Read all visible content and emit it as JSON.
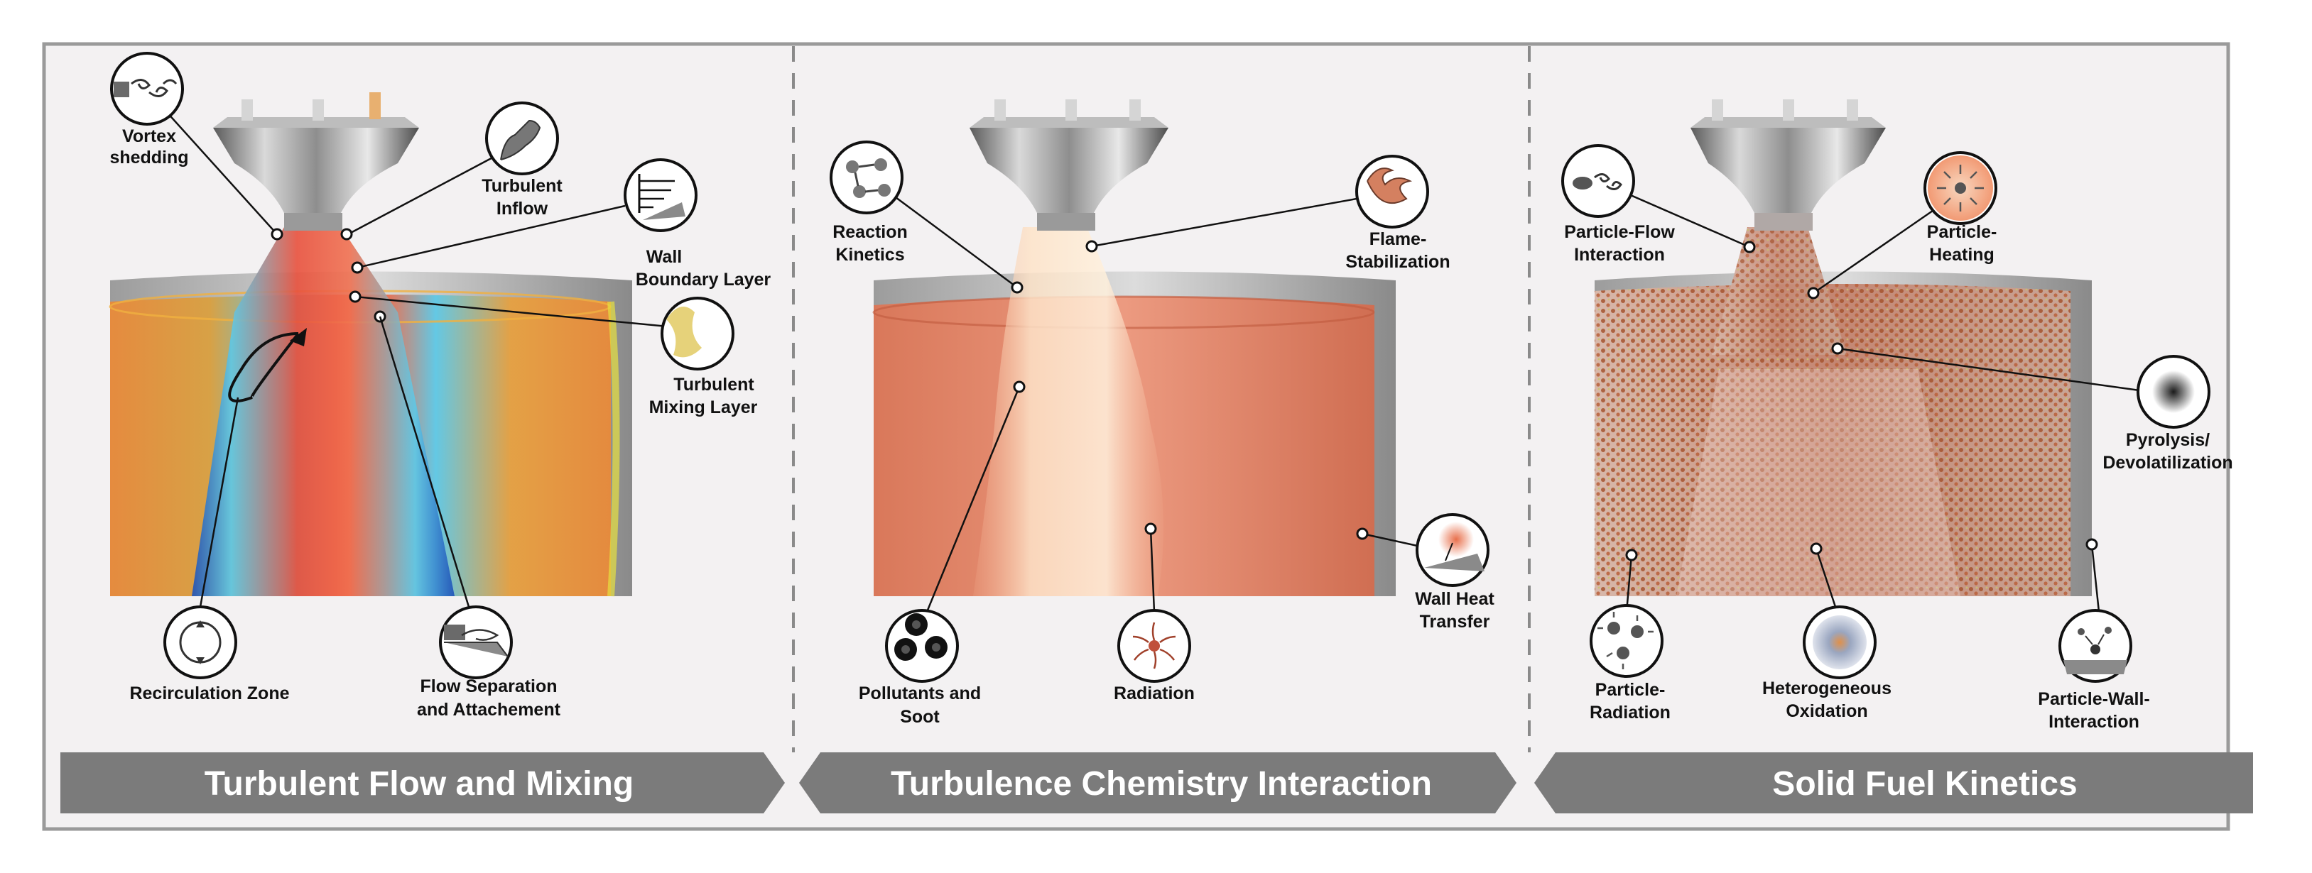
{
  "panels": [
    {
      "banner": "Turbulent Flow and Mixing",
      "labels": {
        "vortex": [
          "Vortex",
          "shedding"
        ],
        "inflow": [
          "Turbulent",
          "Inflow"
        ],
        "wall_bl": [
          "Wall",
          "Boundary Layer"
        ],
        "mixing": [
          "Turbulent",
          "Mixing Layer"
        ],
        "recirc": [
          "Recirculation Zone"
        ],
        "separation": [
          "Flow Separation",
          "and Attachement"
        ]
      }
    },
    {
      "banner": "Turbulence Chemistry Interaction",
      "labels": {
        "kinetics": [
          "Reaction",
          "Kinetics"
        ],
        "flame": [
          "Flame-",
          "Stabilization"
        ],
        "pollutants": [
          "Pollutants and",
          "Soot"
        ],
        "radiation": [
          "Radiation"
        ],
        "wallheat": [
          "Wall Heat",
          "Transfer"
        ]
      }
    },
    {
      "banner": "Solid Fuel Kinetics",
      "labels": {
        "pflow": [
          "Particle-Flow",
          "Interaction"
        ],
        "pheat": [
          "Particle-",
          "Heating"
        ],
        "pyro": [
          "Pyrolysis/",
          "Devolatilization"
        ],
        "prad": [
          "Particle-",
          "Radiation"
        ],
        "hetox": [
          "Heterogeneous",
          "Oxidation"
        ],
        "pwall": [
          "Particle-Wall-",
          "Interaction"
        ]
      }
    }
  ],
  "colors": {
    "panel_bg": "#f3f1f2",
    "frame": "#9a9a9a",
    "banner": "#7b7b7b",
    "burner_metal": "#a8a8a8",
    "wall_grey": "#c8c8c8",
    "cfd_orange": "#e98a3a",
    "cfd_red": "#e8503c",
    "cfd_cyan": "#5ec8e6",
    "cfd_blue": "#1d4fb8",
    "cfd_yellow": "#e6e040",
    "flame_salmon": "#e98e72",
    "flame_cream": "#fde3c8",
    "particle_brown": "#a85a3c"
  }
}
